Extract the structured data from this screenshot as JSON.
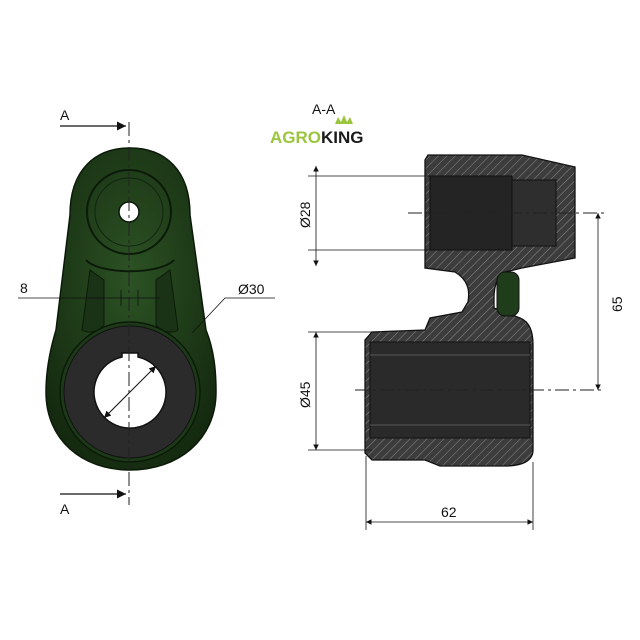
{
  "section": {
    "marker_top": "A",
    "marker_bottom": "A",
    "title": "A-A"
  },
  "logo": {
    "part1": "AGRO",
    "part2": "KING",
    "colors": {
      "agro": "#9bc53d",
      "king": "#1a1a1a",
      "crown": "#9bc53d"
    }
  },
  "dimensions": {
    "offset": "8",
    "hub_dia": "Ø30",
    "bore_small": "Ø28",
    "bore_large": "Ø45",
    "center_distance": "65",
    "length": "62"
  },
  "colors": {
    "part_fill": "#1f3d1a",
    "part_dark": "#0f200c",
    "section_fill": "#3a3a3a",
    "hatch": "#8a8a8a",
    "bore": "#262626"
  }
}
